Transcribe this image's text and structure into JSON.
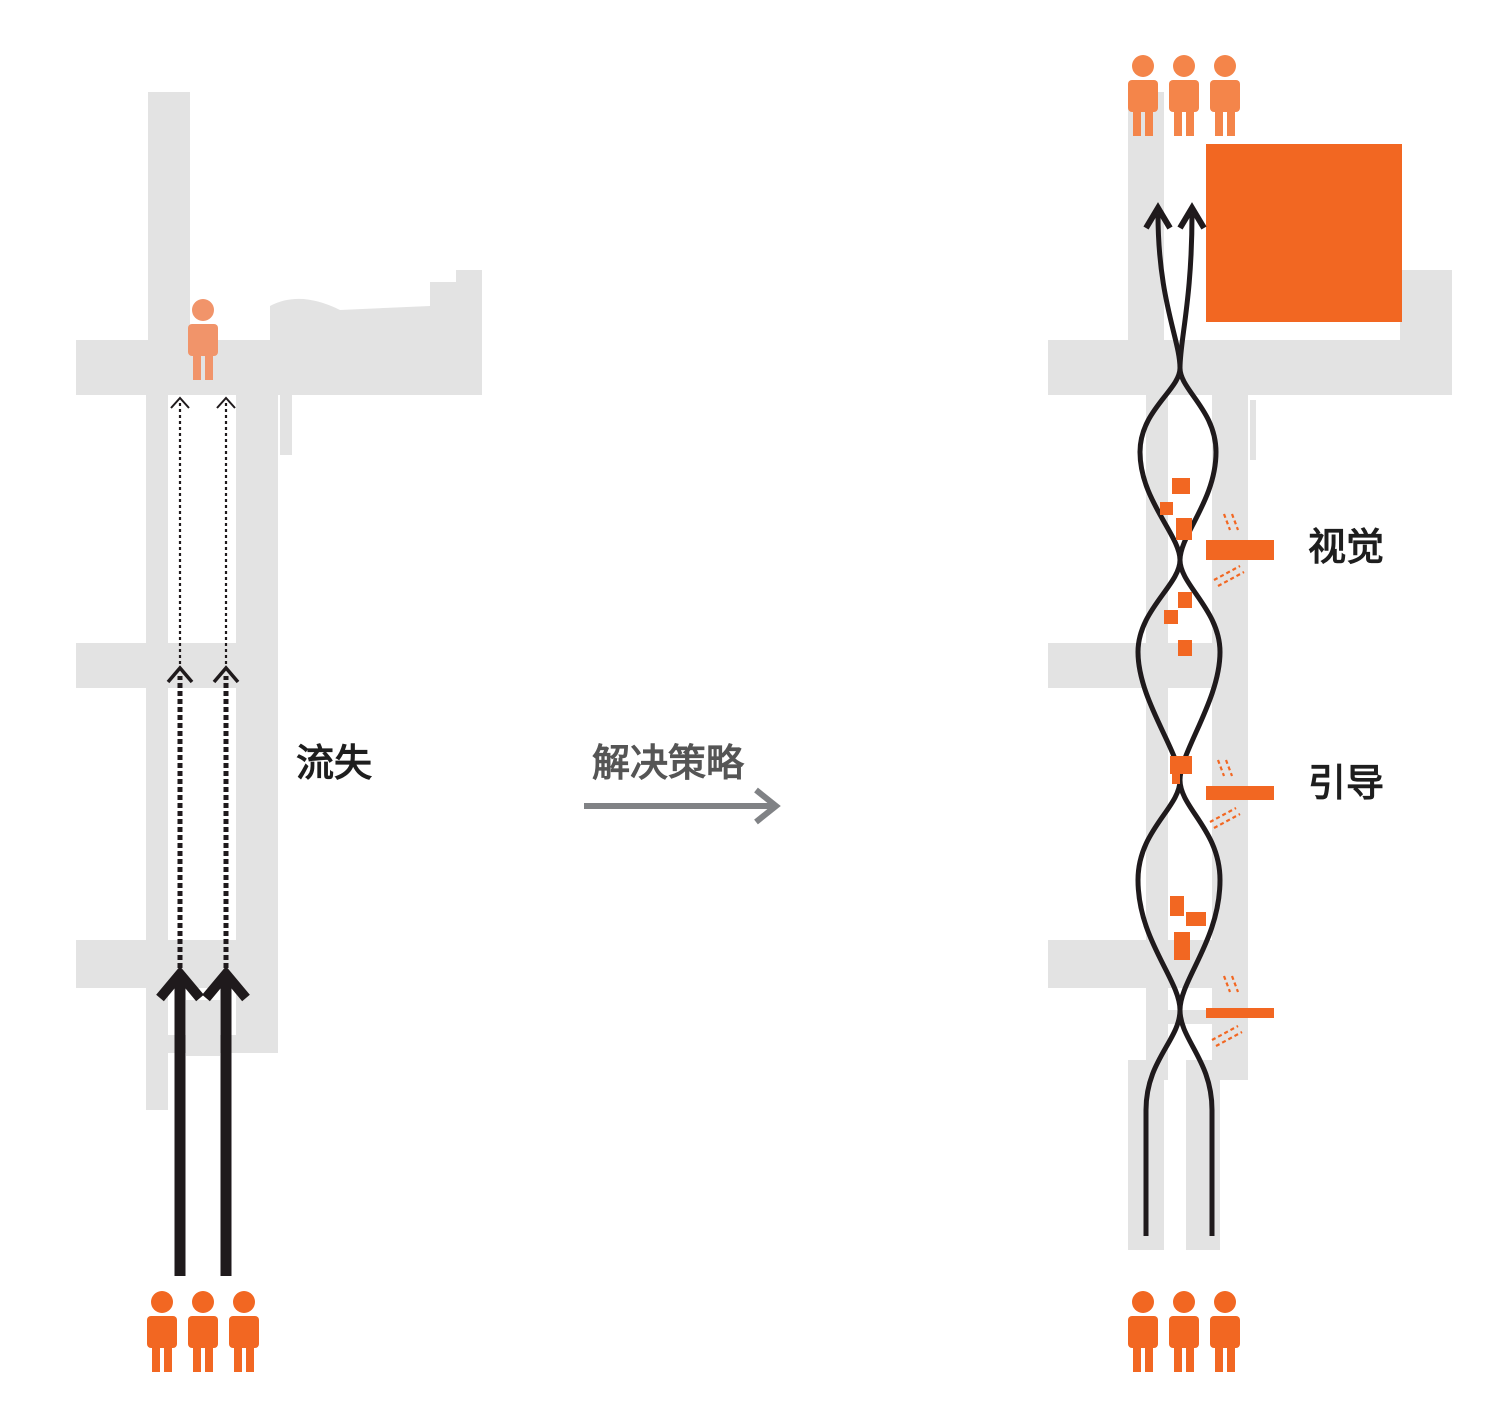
{
  "labels": {
    "loss": "流失",
    "strategy": "解决策略",
    "visual": "视觉",
    "guidance": "引导"
  },
  "colors": {
    "corridor": "#e3e3e3",
    "accent": "#f26722",
    "accent_light": "#f1946a",
    "accent_mid": "#f4854a",
    "flow": "#1f1a1c",
    "strategy_arrow": "#808285",
    "text": "#1e1e1e"
  },
  "icons": {
    "person": "person-icon",
    "arrow": "arrow-right-icon"
  }
}
